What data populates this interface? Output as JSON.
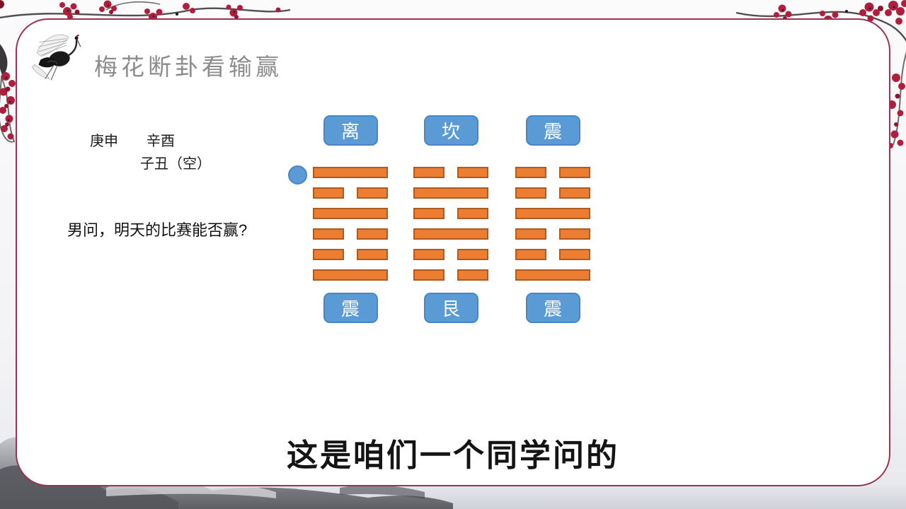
{
  "slide": {
    "title": "梅花断卦看输赢",
    "caption": "这是咱们一个同学问的"
  },
  "left_panel": {
    "ganzhi_line1": "庚申　　辛酉",
    "ganzhi_line2": "子丑（空）",
    "question": "男问，明天的比赛能否赢?"
  },
  "hexagrams": [
    {
      "top_label": "离",
      "bottom_label": "震",
      "lines": [
        "yang",
        "yin",
        "yang",
        "yin",
        "yin",
        "yang"
      ],
      "moving_line_marker": true
    },
    {
      "top_label": "坎",
      "bottom_label": "艮",
      "lines": [
        "yin",
        "yang",
        "yin",
        "yang",
        "yin",
        "yin"
      ],
      "moving_line_marker": false
    },
    {
      "top_label": "震",
      "bottom_label": "震",
      "lines": [
        "yin",
        "yin",
        "yang",
        "yin",
        "yin",
        "yang"
      ],
      "moving_line_marker": false
    }
  ],
  "icons": {
    "crane": "crane-icon",
    "moving_line_marker": "moving-line-dot",
    "plum_blossoms": "plum-blossom-decoration",
    "ink_rocks": "ink-rocks-decoration"
  },
  "colors": {
    "line_fill": "#ED7D31",
    "line_border": "#AE5A21",
    "label_fill": "#5B9BD5",
    "label_border": "#4A86C5",
    "card_border": "#9E3050",
    "title_text": "#8C8C8C",
    "caption_text": "#141414"
  }
}
